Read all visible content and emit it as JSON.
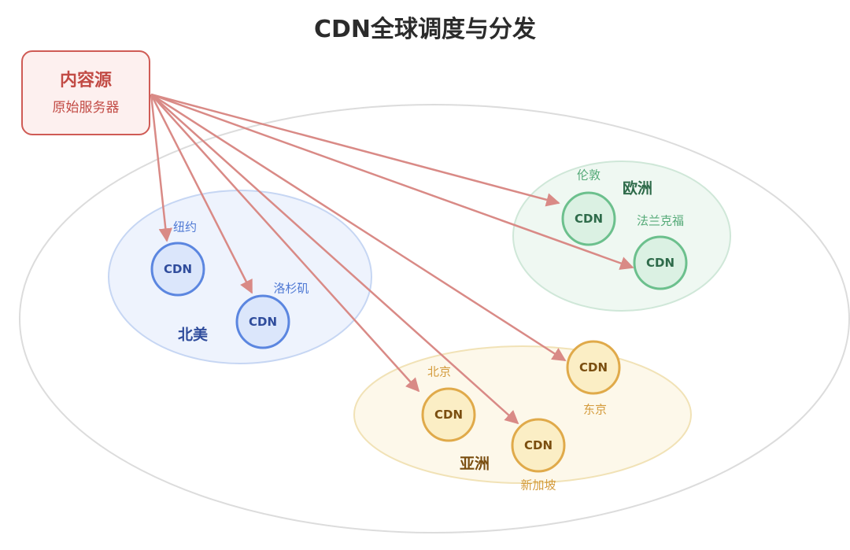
{
  "title": "CDN全球调度与分发",
  "origin": {
    "title": "内容源",
    "subtitle": "原始服务器"
  },
  "node_label": "CDN",
  "regions": {
    "north_america": {
      "name": "北美",
      "cities": [
        "纽约",
        "洛杉矶"
      ]
    },
    "europe": {
      "name": "欧洲",
      "cities": [
        "伦敦",
        "法兰克福"
      ]
    },
    "asia": {
      "name": "亚洲",
      "cities": [
        "北京",
        "新加坡",
        "东京"
      ]
    }
  },
  "colors": {
    "edge": "#d98a86",
    "origin": "#cf5b55",
    "north_america": "#5b86e0",
    "europe": "#6cc08d",
    "asia": "#e0aa4a",
    "outer": "#dcdcdc"
  }
}
